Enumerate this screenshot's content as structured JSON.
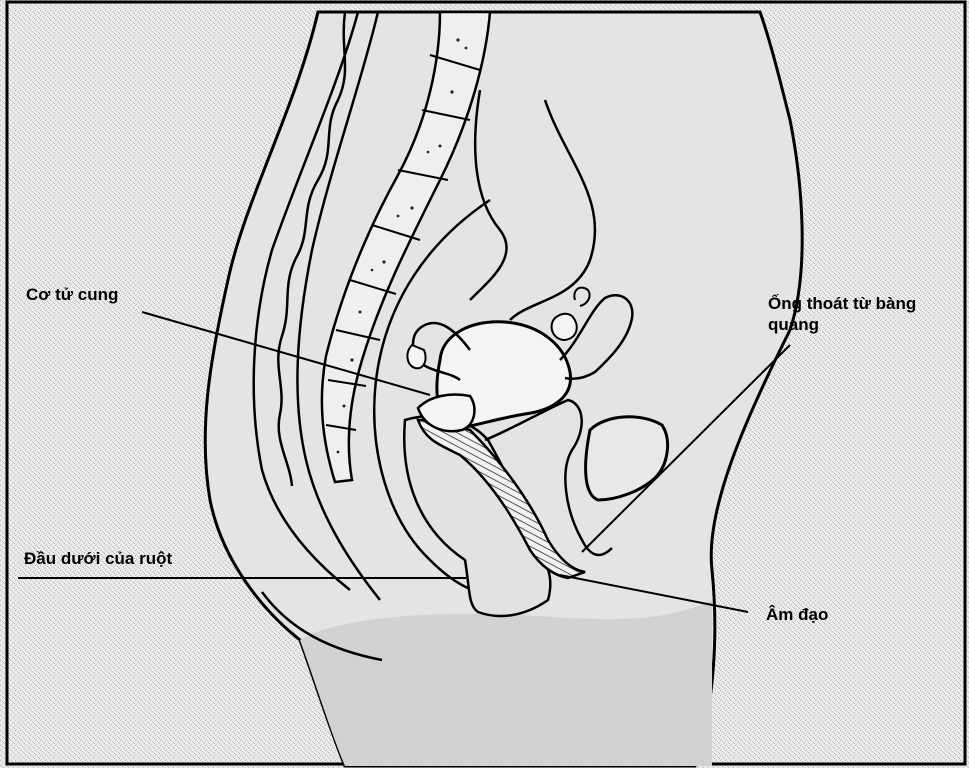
{
  "labels": {
    "uterus_muscle": "Cơ tử cung",
    "urethra": "Ống thoát từ bàng",
    "urethra_line2": "quang",
    "rectum": "Đầu dưới của ruột",
    "vagina": "Âm đạo"
  },
  "colors": {
    "ink": "#000000",
    "paper": "#ffffff",
    "stipple": "#b4b4b4",
    "body_shade": "#d6d6d6",
    "hatch": "#555555"
  }
}
